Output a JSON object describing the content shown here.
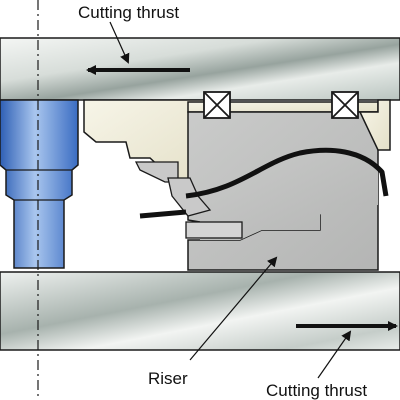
{
  "labels": {
    "cutting_thrust_top": "Cutting thrust",
    "cutting_thrust_bottom": "Cutting thrust",
    "riser": "Riser"
  },
  "colors": {
    "die_plate_light": "#f4f6f4",
    "die_plate_mid": "#b9c4bf",
    "die_plate_dark": "#8f9b96",
    "cam_body": "#bfc0bf",
    "driver_cream": "#f1eedc",
    "punch_blue": "#3d6fc4",
    "punch_blue_light": "#9fbde9",
    "outline": "#1a1a1a",
    "part_strip": "#111111"
  }
}
